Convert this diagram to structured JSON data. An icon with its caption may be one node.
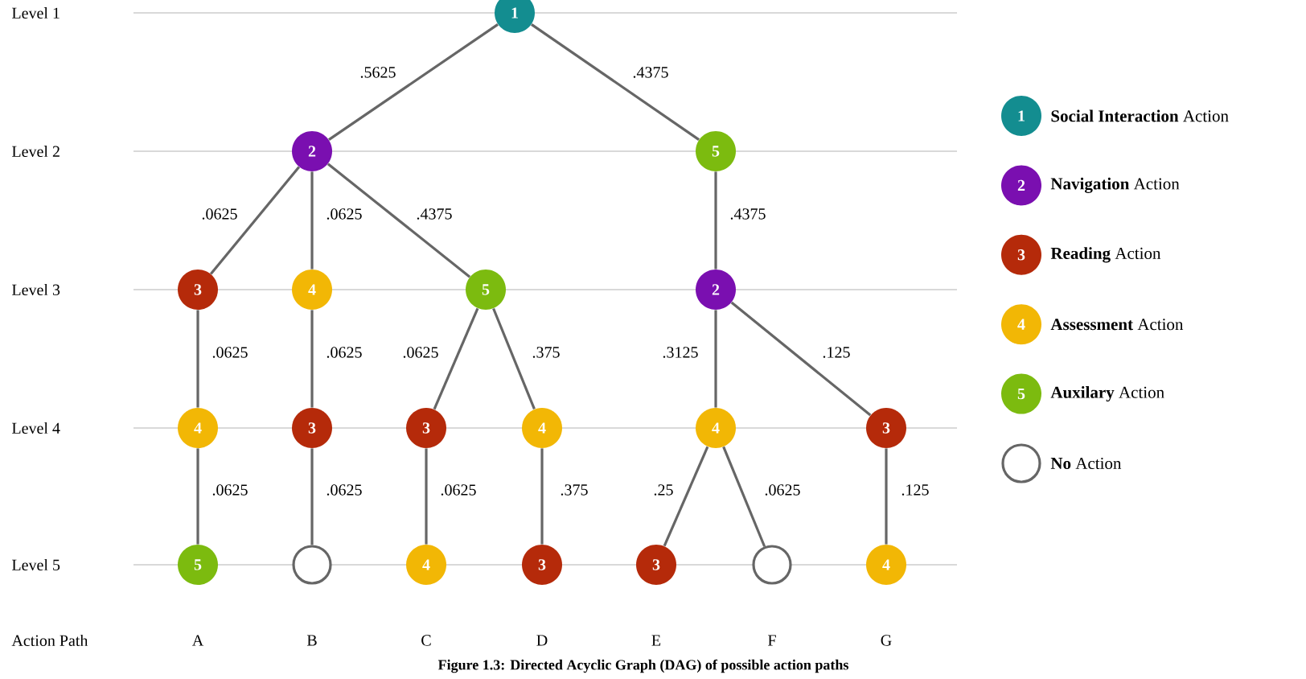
{
  "diagram": {
    "caption": "Figure 1.3: Directed Acyclic Graph (DAG) of possible action paths",
    "nodes": [
      {
        "text": [
          "1"
        ]
      },
      {
        "text": [
          "2"
        ]
      },
      {
        "text": [
          "5"
        ]
      },
      {
        "text": [
          "3"
        ]
      },
      {
        "text": [
          "4"
        ]
      },
      {
        "text": [
          "5"
        ]
      },
      {
        "text": [
          "2"
        ]
      },
      {
        "text": [
          "4"
        ]
      },
      {
        "text": [
          "3"
        ]
      },
      {
        "text": [
          "3"
        ]
      },
      {
        "text": [
          "4"
        ]
      },
      {
        "text": [
          "4"
        ]
      },
      {
        "text": [
          "3"
        ]
      },
      {
        "text": [
          "5"
        ]
      },
      {
        "text": [],
        "shape": "circle"
      },
      {
        "text": [
          "4"
        ]
      },
      {
        "text": [
          "3"
        ]
      },
      {
        "text": [
          "3"
        ]
      },
      {
        "text": [],
        "shape": "circle"
      },
      {
        "text": [
          "4"
        ]
      }
    ],
    "edges": [
      {
        "from": 0,
        "to": 1,
        "arrow": "none",
        "label": ".5625"
      },
      {
        "from": 0,
        "to": 2,
        "arrow": "none",
        "label": ".4375"
      },
      {
        "from": 1,
        "to": 3,
        "arrow": "none",
        "label": ".0625"
      },
      {
        "from": 1,
        "to": 4,
        "arrow": "none",
        "label": ".0625"
      },
      {
        "from": 1,
        "to": 5,
        "arrow": "none",
        "label": ".4375"
      },
      {
        "from": 2,
        "to": 6,
        "arrow": "none",
        "label": ".4375"
      },
      {
        "from": 3,
        "to": 7,
        "arrow": "none",
        "label": ".0625"
      },
      {
        "from": 4,
        "to": 8,
        "arrow": "none",
        "label": ".0625"
      },
      {
        "from": 5,
        "to": 9,
        "arrow": "none",
        "label": ".0625"
      },
      {
        "from": 5,
        "to": 10,
        "arrow": "none",
        "label": ".375"
      },
      {
        "from": 6,
        "to": 11,
        "arrow": "none",
        "label": ".3125"
      },
      {
        "from": 6,
        "to": 12,
        "arrow": "none",
        "label": ".125"
      },
      {
        "from": 7,
        "to": 13,
        "arrow": "none",
        "label": ".0625"
      },
      {
        "from": 8,
        "to": 14,
        "arrow": "none",
        "label": ".0625"
      },
      {
        "from": 9,
        "to": 15,
        "arrow": "none",
        "label": ".0625"
      },
      {
        "from": 10,
        "to": 16,
        "arrow": "none",
        "label": ".375"
      },
      {
        "from": 11,
        "to": 17,
        "arrow": "none",
        "label": ".25"
      },
      {
        "from": 11,
        "to": 18,
        "arrow": "none",
        "label": ".0625"
      },
      {
        "from": 12,
        "to": 19,
        "arrow": "none",
        "label": ".125"
      }
    ],
    "labels": [
      "Level 1",
      "Level 2",
      "Level 3",
      "Level 4",
      "Level 5",
      "Action Path",
      "A",
      "B",
      "C",
      "D",
      "E",
      "F",
      "G",
      "1",
      "2",
      "3",
      "4",
      "5"
    ],
    "legend": [
      {
        "text": "**Social Interaction** Action",
        "color": "#138d90"
      },
      {
        "text": "**Navigation** Action",
        "color": "#7a0fb0"
      },
      {
        "text": "**Reading** Action",
        "color": "#b52a0a"
      },
      {
        "text": "**Assessment** Action",
        "color": "#f2b705"
      },
      {
        "text": "**Auxilary** Action",
        "color": "#7cbb0f"
      },
      {
        "text": "**No** Action"
      }
    ]
  }
}
